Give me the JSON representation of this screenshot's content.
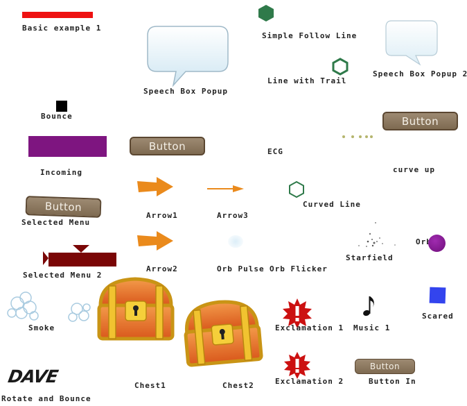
{
  "labels": {
    "basic_example": "Basic example 1",
    "simple_follow_line": "Simple Follow Line",
    "speech_box_popup": "Speech Box Popup",
    "line_with_trail": "Line with Trail",
    "speech_box_popup_2": "Speech Box Popup 2",
    "bounce": "Bounce",
    "incoming": "Incoming",
    "ecg": "ECG",
    "curve_up": "curve up",
    "arrow1": "Arrow1",
    "arrow3": "Arrow3",
    "curved_line": "Curved Line",
    "selected_menu": "Selected Menu",
    "starfield": "Starfield",
    "orb": "Orb",
    "arrow2": "Arrow2",
    "orb_pulse": "Orb Pulse",
    "orb_flicker": "Orb Flicker",
    "selected_menu_2": "Selected Menu 2",
    "smoke": "Smoke",
    "exclamation_1": "Exclamation 1",
    "music_1": "Music 1",
    "scared": "Scared",
    "chest1": "Chest1",
    "chest2": "Chest2",
    "exclamation_2": "Exclamation 2",
    "button_in": "Button In",
    "rotate_and_bounce": "Rotate and Bounce",
    "dave_logo": "DAVE"
  },
  "buttons": {
    "incoming_button": "Button",
    "selected_menu_button": "Button",
    "curve_up_button": "Button",
    "button_in_button": "Button"
  },
  "colors": {
    "red": "#ee1111",
    "purple": "#7e1580",
    "dark_red": "#7a0606",
    "green": "#2f7a4a",
    "orange": "#ea8a1c",
    "blue": "#3344ee"
  },
  "icons": [
    "hexagon-icon",
    "hexagon-outline-icon",
    "speech-bubble-icon",
    "arrow-icon",
    "orb-icon",
    "starburst-icon",
    "music-note-icon",
    "treasure-chest-icon",
    "smoke-icon"
  ]
}
